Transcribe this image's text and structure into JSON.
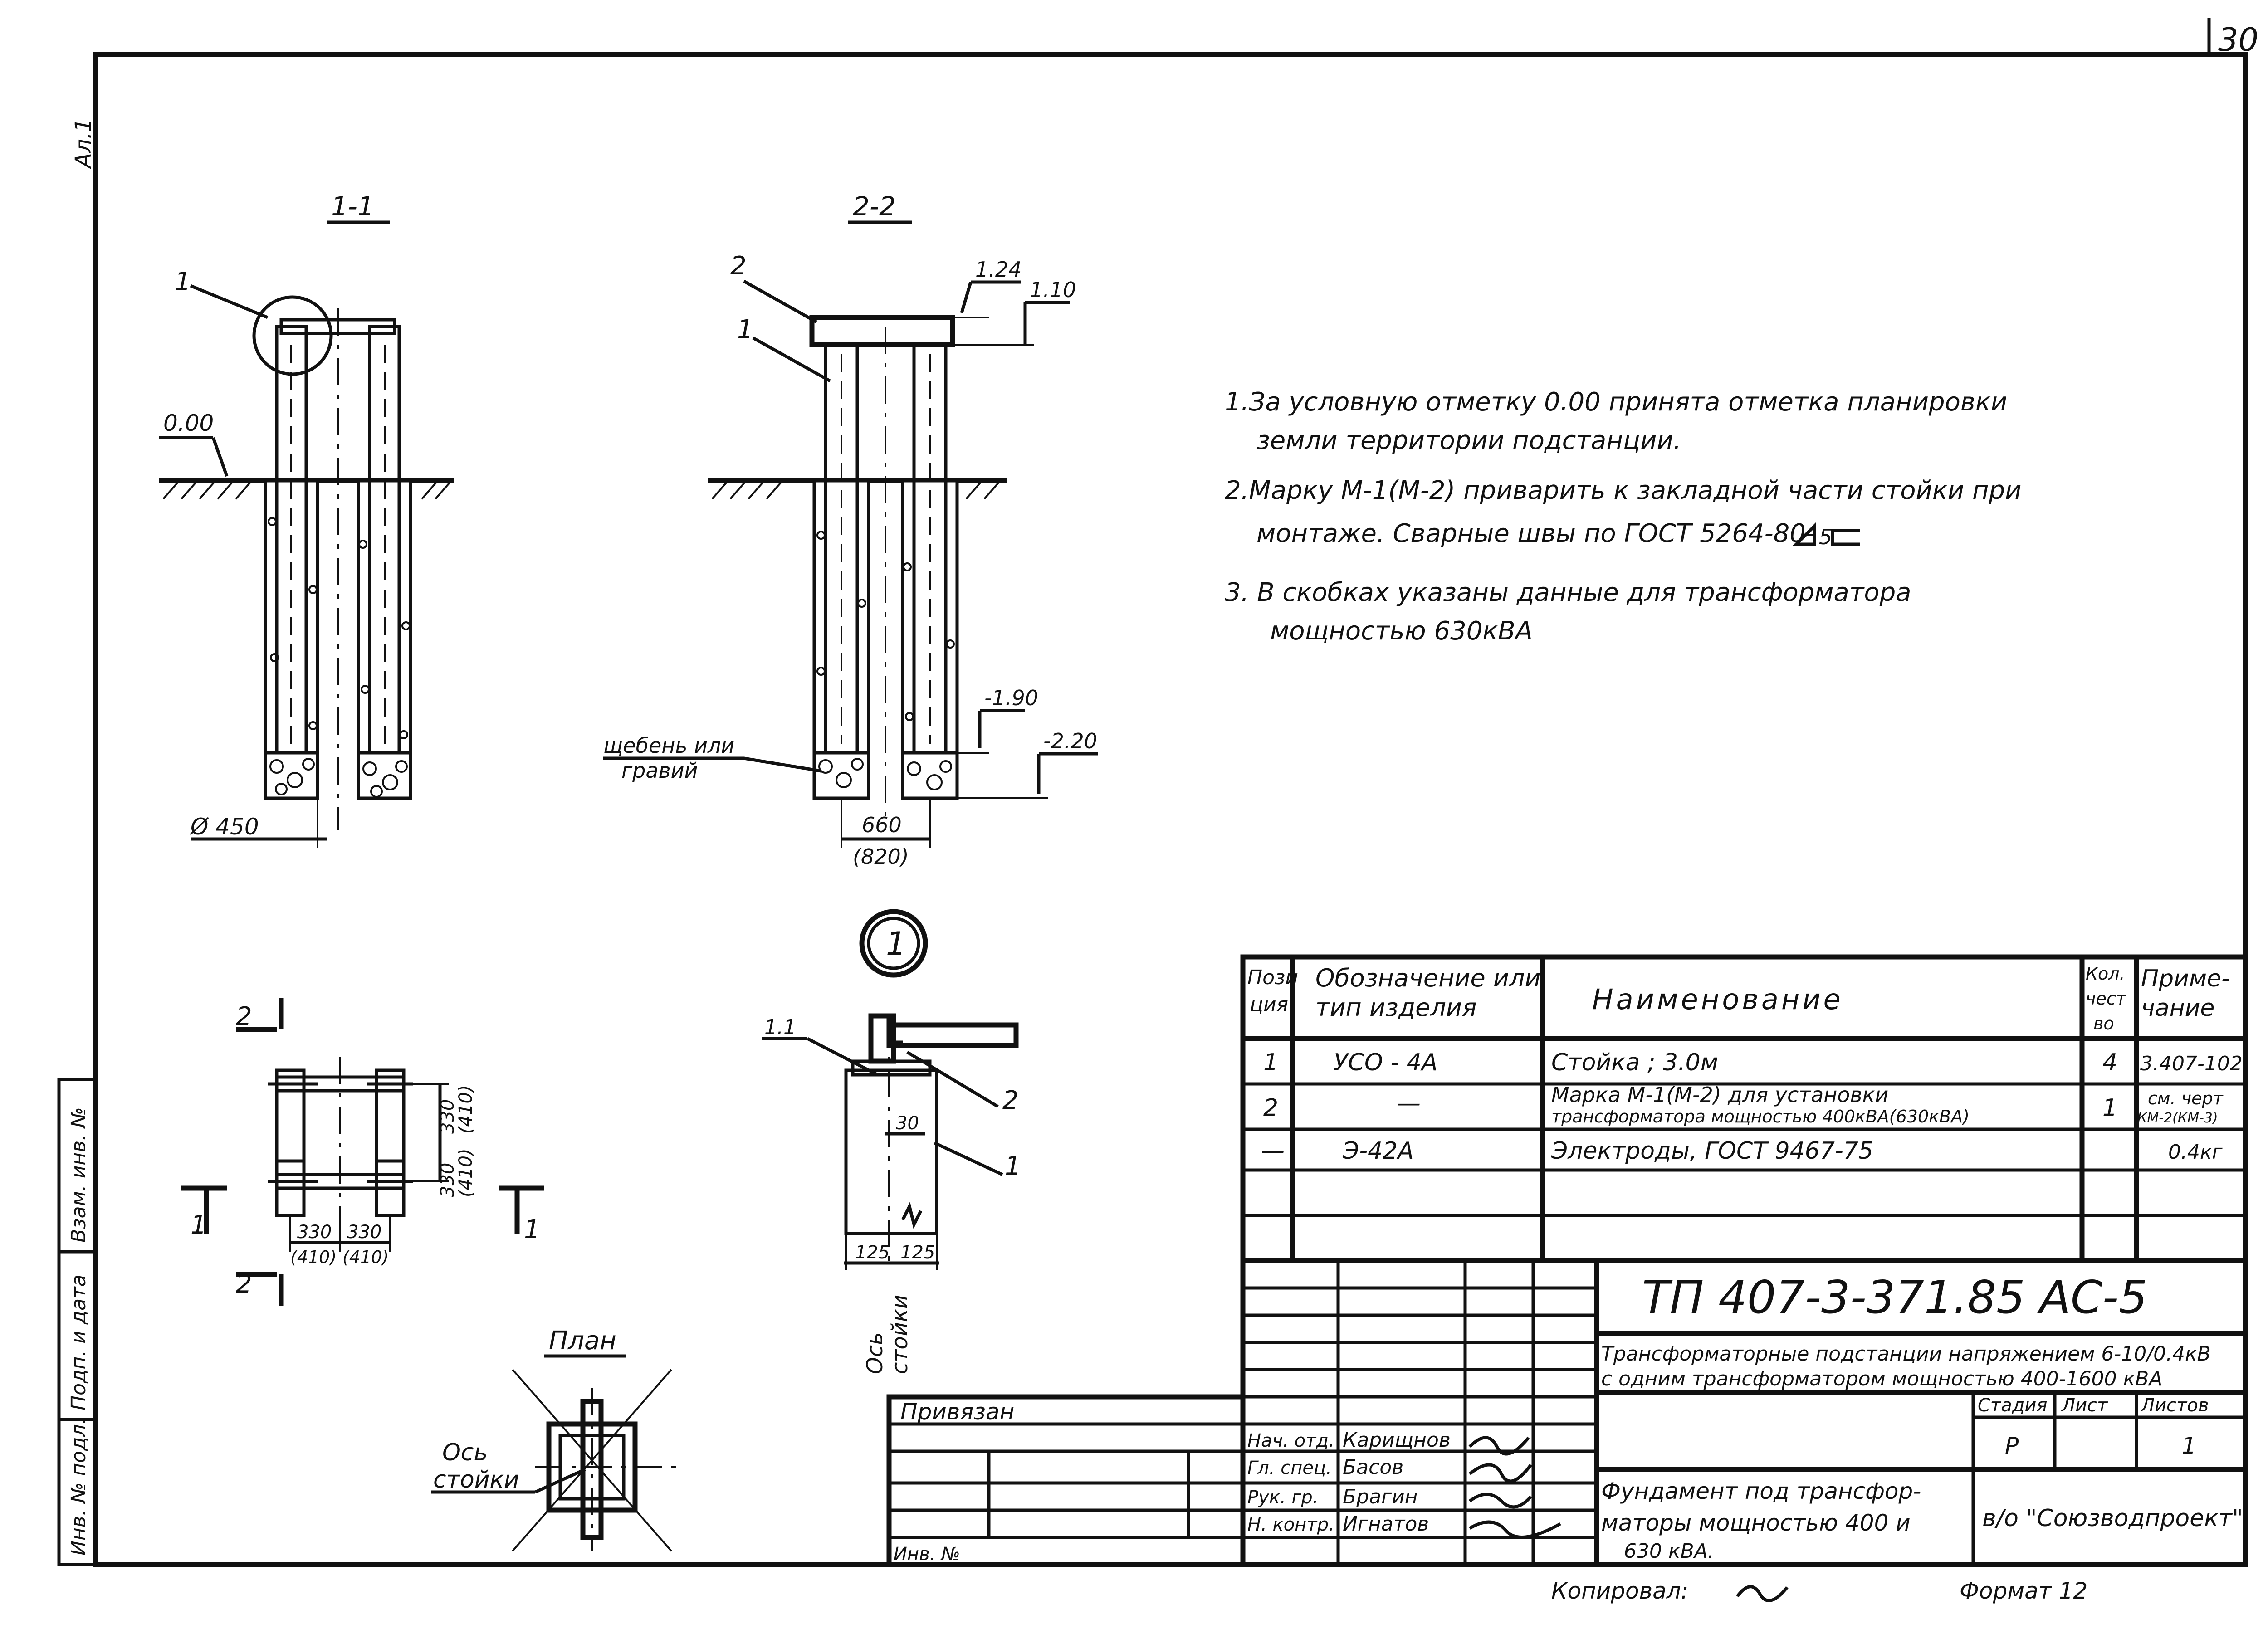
{
  "sheet": {
    "page_number": "30",
    "stamp_top_left": "Ал.1",
    "format": "Формат 12",
    "copied_by_label": "Копировал:"
  },
  "left_strip": {
    "cells": [
      "Инв. № подл.",
      "Подп. и дата",
      "Взам. инв. №"
    ]
  },
  "section_1_1": {
    "title": "1-1",
    "level_zero": "0.00",
    "callout": "1",
    "diameter": "Ø 450"
  },
  "section_2_2": {
    "title": "2-2",
    "callout_top": "2",
    "callout_post": "1",
    "level_top": "1.24",
    "level_plate": "1.10",
    "level_gravel": "-1.90",
    "level_bottom": "-2.20",
    "gravel_label_1": "щебень или",
    "gravel_label_2": "гравий",
    "dim_spacing": "660",
    "dim_spacing_alt": "(820)"
  },
  "plan_view": {
    "cut_2_top": "2",
    "cut_2_bottom": "2",
    "cut_1_left": "1",
    "cut_1_right": "1",
    "dim_v1": "330",
    "dim_v2": "330",
    "dim_v1_alt": "(410)",
    "dim_v2_alt": "(410)",
    "dim_h1": "330",
    "dim_h2": "330",
    "dim_h1_alt": "(410)",
    "dim_h2_alt": "(410)"
  },
  "detail_1": {
    "marker": "1",
    "slope_label": "1.1",
    "callout_2": "2",
    "callout_1": "1",
    "dim_30": "30",
    "dim_left": "125",
    "dim_right": "125",
    "axis_label_1": "Ось",
    "axis_label_2": "стойки"
  },
  "small_plan": {
    "title": "План",
    "axis_label_1": "Ось",
    "axis_label_2": "стойки"
  },
  "notes": [
    "1.За условную отметку 0.00 принята отметка планировки",
    "земли территории подстанции.",
    "2.Марку М-1(М-2) приварить к закладной части стойки при",
    "монтаже. Сварные швы по ГОСТ 5264-80-",
    "3. В скобках указаны данные для трансформатора",
    "мощностью 630кВА"
  ],
  "spec_table": {
    "headers": {
      "pos_1": "Пози",
      "pos_2": "ция",
      "designation_1": "Обозначение или",
      "designation_2": "тип изделия",
      "name": "Наименование",
      "qty_1": "Кол.",
      "qty_2": "чест",
      "qty_3": "во",
      "note_1": "Приме-",
      "note_2": "чание"
    },
    "rows": [
      {
        "pos": "1",
        "designation": "УСО - 4А",
        "name": "Стойка ; 3.0м",
        "name_2": "",
        "qty": "4",
        "note": "3.407-102",
        "note_2": ""
      },
      {
        "pos": "2",
        "designation": "—",
        "name": "Марка М-1(М-2) для установки",
        "name_2": "трансформатора мощностью 400кВА(630кВА)",
        "qty": "1",
        "note": "см. черт",
        "note_2": "КМ-2(КМ-3)"
      },
      {
        "pos": "—",
        "designation": "Э-42А",
        "name": "Электроды, ГОСТ 9467-75",
        "name_2": "",
        "qty": "",
        "note": "0.4кг",
        "note_2": ""
      }
    ]
  },
  "title_block": {
    "doc_code": "ТП 407-3-371.85 АС-5",
    "project_line_1": "Трансформаторные подстанции напряжением 6-10/0.4кВ",
    "project_line_2": "с одним трансформатором мощностью 400-1600 кВА",
    "bound_label": "Привязан",
    "inv_label": "Инв. №",
    "roles": [
      {
        "role": "Нач. отд.",
        "name": "Карищнов"
      },
      {
        "role": "Гл. спец.",
        "name": "Басов"
      },
      {
        "role": "Рук. гр.",
        "name": "Брагин"
      },
      {
        "role": "Н. контр.",
        "name": "Игнатов"
      }
    ],
    "stage_label": "Стадия",
    "sheet_label": "Лист",
    "sheets_label": "Листов",
    "stage_value": "Р",
    "sheets_value": "1",
    "drawing_title_1": "Фундамент под трансфор-",
    "drawing_title_2": "маторы мощностью 400 и",
    "drawing_title_3": "630 кВА.",
    "organization": "в/о \"Союзводпроект\""
  }
}
